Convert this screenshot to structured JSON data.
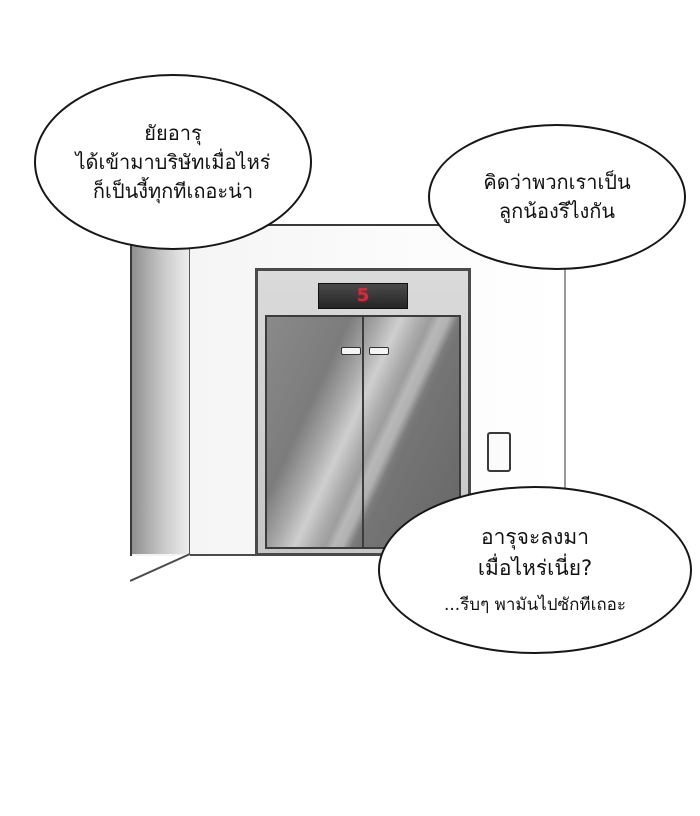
{
  "bubbles": {
    "top_left": {
      "lines": {
        "0": "ยัยอารุ",
        "1": "ได้เข้ามาบริษัทเมื่อไหร่",
        "2": "ก็เป็นงี้ทุกทีเถอะน่า"
      }
    },
    "top_right": {
      "lines": {
        "0": "คิดว่าพวกเราเป็น",
        "1": "ลูกน้องรึไงกัน"
      }
    },
    "bottom_right": {
      "lines": {
        "0": "อารุจะลงมา",
        "1": "เมื่อไหร่เนี่ย?",
        "2": "...รีบๆ พามันไปซักทีเถอะ"
      }
    }
  },
  "elevator": {
    "floor_indicator": "5",
    "indicator_text_color": "#d5293d"
  }
}
